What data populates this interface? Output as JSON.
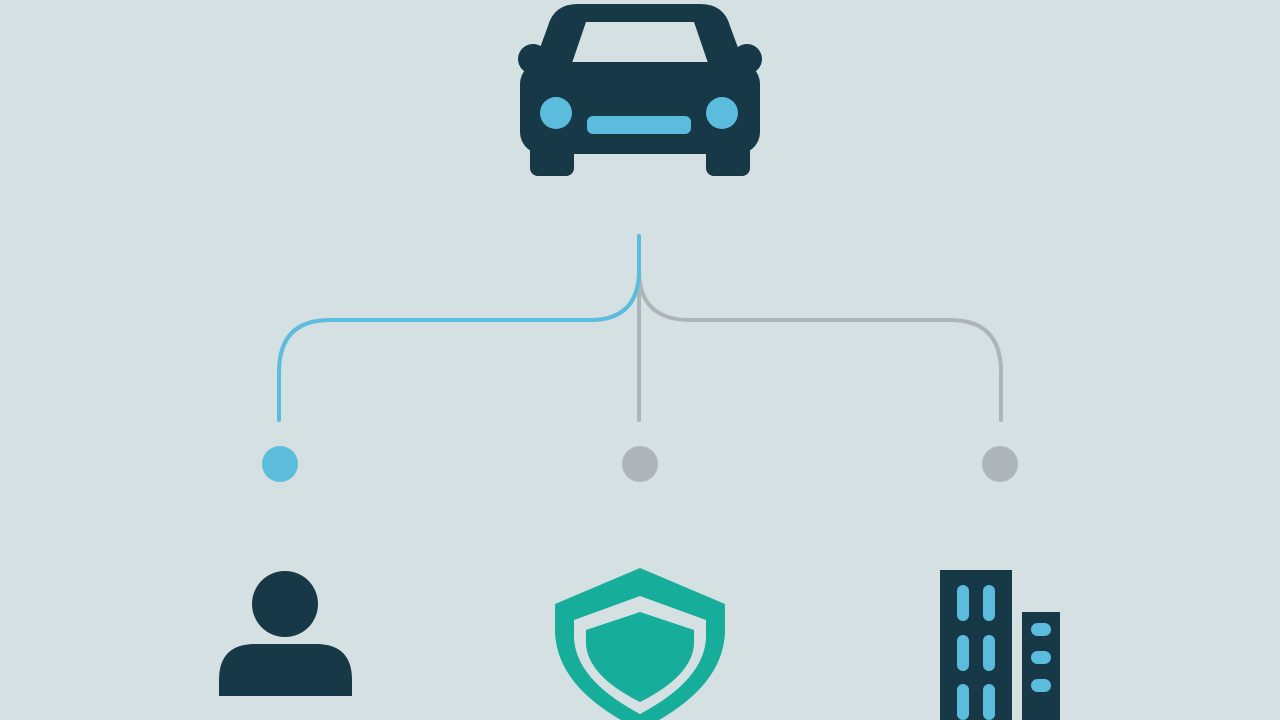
{
  "background_color": "#d4e0e2",
  "colors": {
    "dark": "#163847",
    "accent_blue": "#5bbcde",
    "neutral_gray": "#adb5b8",
    "shield_green": "#17ad9b"
  },
  "diagram": {
    "root": {
      "icon": "car-icon"
    },
    "branches": [
      {
        "icon": "person-icon",
        "connector_state": "active",
        "node_color": "#5bbcde"
      },
      {
        "icon": "shield-icon",
        "connector_state": "inactive",
        "node_color": "#adb5b8"
      },
      {
        "icon": "building-icon",
        "connector_state": "inactive",
        "node_color": "#adb5b8"
      }
    ]
  }
}
